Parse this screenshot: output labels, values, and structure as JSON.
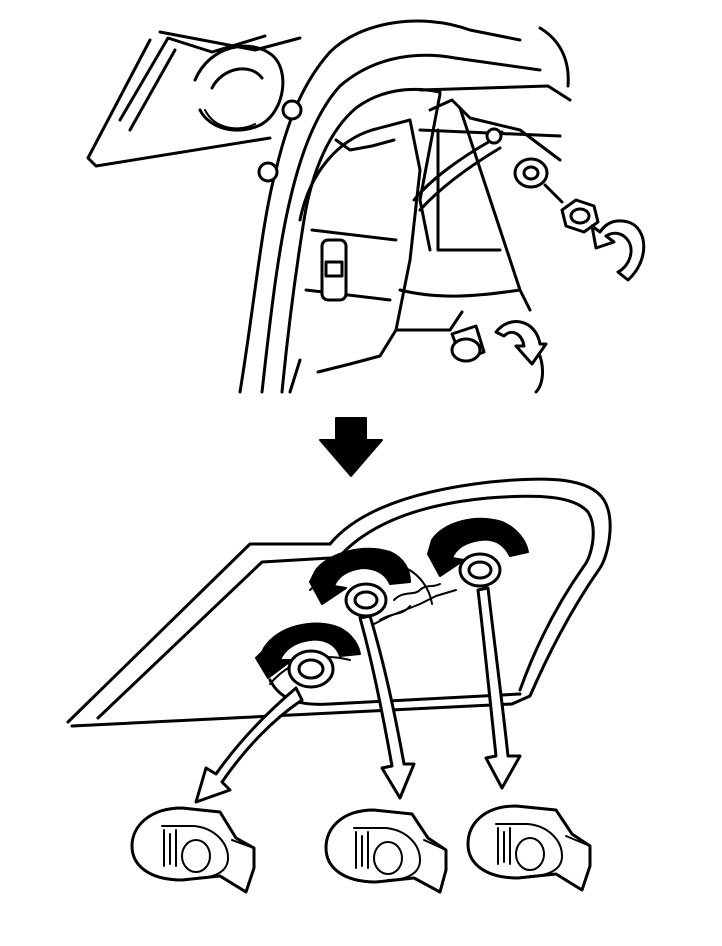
{
  "figure": {
    "colors": {
      "ink": "#000000",
      "paper": "#ffffff"
    },
    "icons": [
      "down-arrow-icon",
      "rotate-arrow-icon",
      "removal-arrow-icon"
    ],
    "upper_view": {
      "fasteners": 2,
      "fastener_rotation": "counterclockwise"
    },
    "lower_view": {
      "bulb_sockets": 3,
      "socket_rotation": "counterclockwise"
    },
    "removed_bulbs": 3
  }
}
